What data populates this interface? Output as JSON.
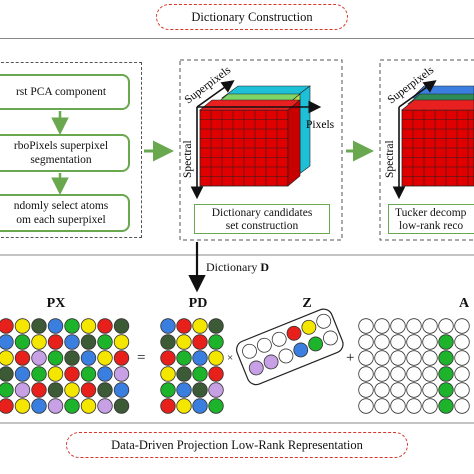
{
  "top_title": "Dictionary Construction",
  "bottom_title": "Data-Driven Projection Low-Rank Representation",
  "steps": {
    "pca": "rst PCA component",
    "seg_line1": "rboPixels superpixel",
    "seg_line2": "segmentation",
    "rand_line1": "ndomly select atoms",
    "rand_line2": "om each superpixel"
  },
  "cube": {
    "superpixels": "Superpixels",
    "pixels": "Pixels",
    "spectral": "Spectral"
  },
  "candidates_line1": "Dictionary candidates",
  "candidates_line2": "set construction",
  "tucker_line1": "Tucker decomp",
  "tucker_line2": "low-rank reco",
  "dict_label_prefix": "Dictionary ",
  "dict_label_var": "D",
  "matrices": {
    "px": "PX",
    "pd": "PD",
    "z": "Z",
    "a": "A"
  },
  "operators": {
    "equals": "=",
    "times": "×",
    "plus": "+"
  },
  "colors": {
    "dashed_red": "#d9342b",
    "green_arrow": "#6aa84f",
    "cube_red": "#e00000",
    "red": "#e8201c",
    "yellow": "#f5e600",
    "blue": "#3a7fe0",
    "green": "#1db32a",
    "dark": "#3c5a36",
    "purple": "#c8a0e6"
  }
}
